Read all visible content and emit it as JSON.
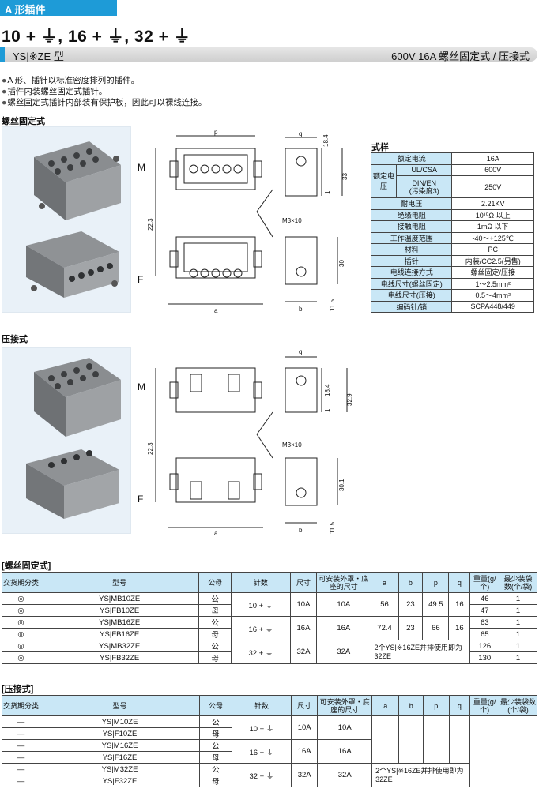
{
  "header": {
    "category_tab": "A 形插件",
    "title": "10 + ⏚, 16 + ⏚, 32 + ⏚",
    "series": "YS|※ZE 型",
    "spec_line": "600V   16A    螺丝固定式 / 压接式"
  },
  "bullets": [
    "A 形、插针以标准密度排列的插件。",
    "插件内装螺丝固定式插针。",
    "螺丝固定式插针内部装有保护板，因此可以裸线连接。"
  ],
  "sections": {
    "screw": "螺丝固定式",
    "crimp": "压接式"
  },
  "drawing_labels": {
    "male": "M",
    "female": "F",
    "p": "p",
    "q": "q",
    "a": "a",
    "b": "b",
    "screw_size": "M3×10",
    "screw_dims": {
      "d184": "18.4",
      "d33": "33",
      "d1": "1",
      "d223": "22.3",
      "d30": "30",
      "d15": "11.5"
    },
    "crimp_dims": {
      "d184": "18.4",
      "d329": "32.9",
      "d1": "1",
      "d223": "22.3",
      "d301": "30.1",
      "d15": "11.5"
    }
  },
  "spec_table": {
    "title": "式样",
    "rows": {
      "rated_current": [
        "额定电流",
        "16A"
      ],
      "rated_voltage_label": "额定电压",
      "ul": [
        "UL/CSA",
        "600V"
      ],
      "din": [
        "DIN/EN\n(污染度3)",
        "250V"
      ],
      "withstand": [
        "耐电压",
        "2.21KV"
      ],
      "insulation": [
        "绝缘电阻",
        "10¹⁰Ω 以上"
      ],
      "contact": [
        "接触电阻",
        "1mΩ 以下"
      ],
      "temp": [
        "工作温度范围",
        "-40～+125℃"
      ],
      "material": [
        "材料",
        "PC"
      ],
      "pin": [
        "插针",
        "内装/CC2.5(另售)"
      ],
      "wire_conn": [
        "电线连接方式",
        "螺丝固定/压接"
      ],
      "wire_screw": [
        "电线尺寸(螺丝固定)",
        "1～2.5mm²"
      ],
      "wire_crimp": [
        "电线尺寸(压接)",
        "0.5～4mm²"
      ],
      "coding": [
        "编码针/销",
        "SCPA448/449"
      ]
    }
  },
  "tables": {
    "screw": {
      "title": "[螺丝固定式]",
      "headers": [
        "交货期分类",
        "型号",
        "公母",
        "针数",
        "尺寸",
        "可安装外罩・底座的尺寸",
        "a",
        "b",
        "p",
        "q",
        "重量(g/个)",
        "最少装袋数(个/袋)"
      ],
      "rows": [
        {
          "class": "◎",
          "model": "YS|MB10ZE",
          "gender": "公",
          "weight": "46",
          "min": "1"
        },
        {
          "class": "◎",
          "model": "YS|FB10ZE",
          "gender": "母",
          "weight": "47",
          "min": "1"
        },
        {
          "class": "◎",
          "model": "YS|MB16ZE",
          "gender": "公",
          "weight": "63",
          "min": "1"
        },
        {
          "class": "◎",
          "model": "YS|FB16ZE",
          "gender": "母",
          "weight": "65",
          "min": "1"
        },
        {
          "class": "◎",
          "model": "YS|MB32ZE",
          "gender": "公",
          "weight": "126",
          "min": "1"
        },
        {
          "class": "◎",
          "model": "YS|FB32ZE",
          "gender": "母",
          "weight": "130",
          "min": "1"
        }
      ],
      "groups": [
        {
          "pins": "10 + ⏚",
          "size": "10A",
          "housing": "10A",
          "a": "56",
          "b": "23",
          "p": "49.5",
          "q": "16"
        },
        {
          "pins": "16 + ⏚",
          "size": "16A",
          "housing": "16A",
          "a": "72.4",
          "b": "23",
          "p": "66",
          "q": "16"
        },
        {
          "pins": "32 + ⏚",
          "size": "32A",
          "housing": "32A",
          "note": "2个YS|※16ZE并排使用即为32ZE"
        }
      ]
    },
    "crimp": {
      "title": "[压接式]",
      "headers": [
        "交货期分类",
        "型号",
        "公母",
        "针数",
        "尺寸",
        "可安装外罩・底座的尺寸",
        "a",
        "b",
        "p",
        "q",
        "重量(g/个)",
        "最少装袋数(个/袋)"
      ],
      "rows": [
        {
          "class": "—",
          "model": "YS|M10ZE",
          "gender": "公"
        },
        {
          "class": "—",
          "model": "YS|F10ZE",
          "gender": "母"
        },
        {
          "class": "—",
          "model": "YS|M16ZE",
          "gender": "公"
        },
        {
          "class": "—",
          "model": "YS|F16ZE",
          "gender": "母"
        },
        {
          "class": "—",
          "model": "YS|M32ZE",
          "gender": "公"
        },
        {
          "class": "—",
          "model": "YS|F32ZE",
          "gender": "母"
        }
      ],
      "groups": [
        {
          "pins": "10 + ⏚",
          "size": "10A",
          "housing": "10A"
        },
        {
          "pins": "16 + ⏚",
          "size": "16A",
          "housing": "16A"
        },
        {
          "pins": "32 + ⏚",
          "size": "32A",
          "housing": "32A",
          "note": "2个YS|※16ZE并排使用即为32ZE"
        }
      ]
    }
  }
}
